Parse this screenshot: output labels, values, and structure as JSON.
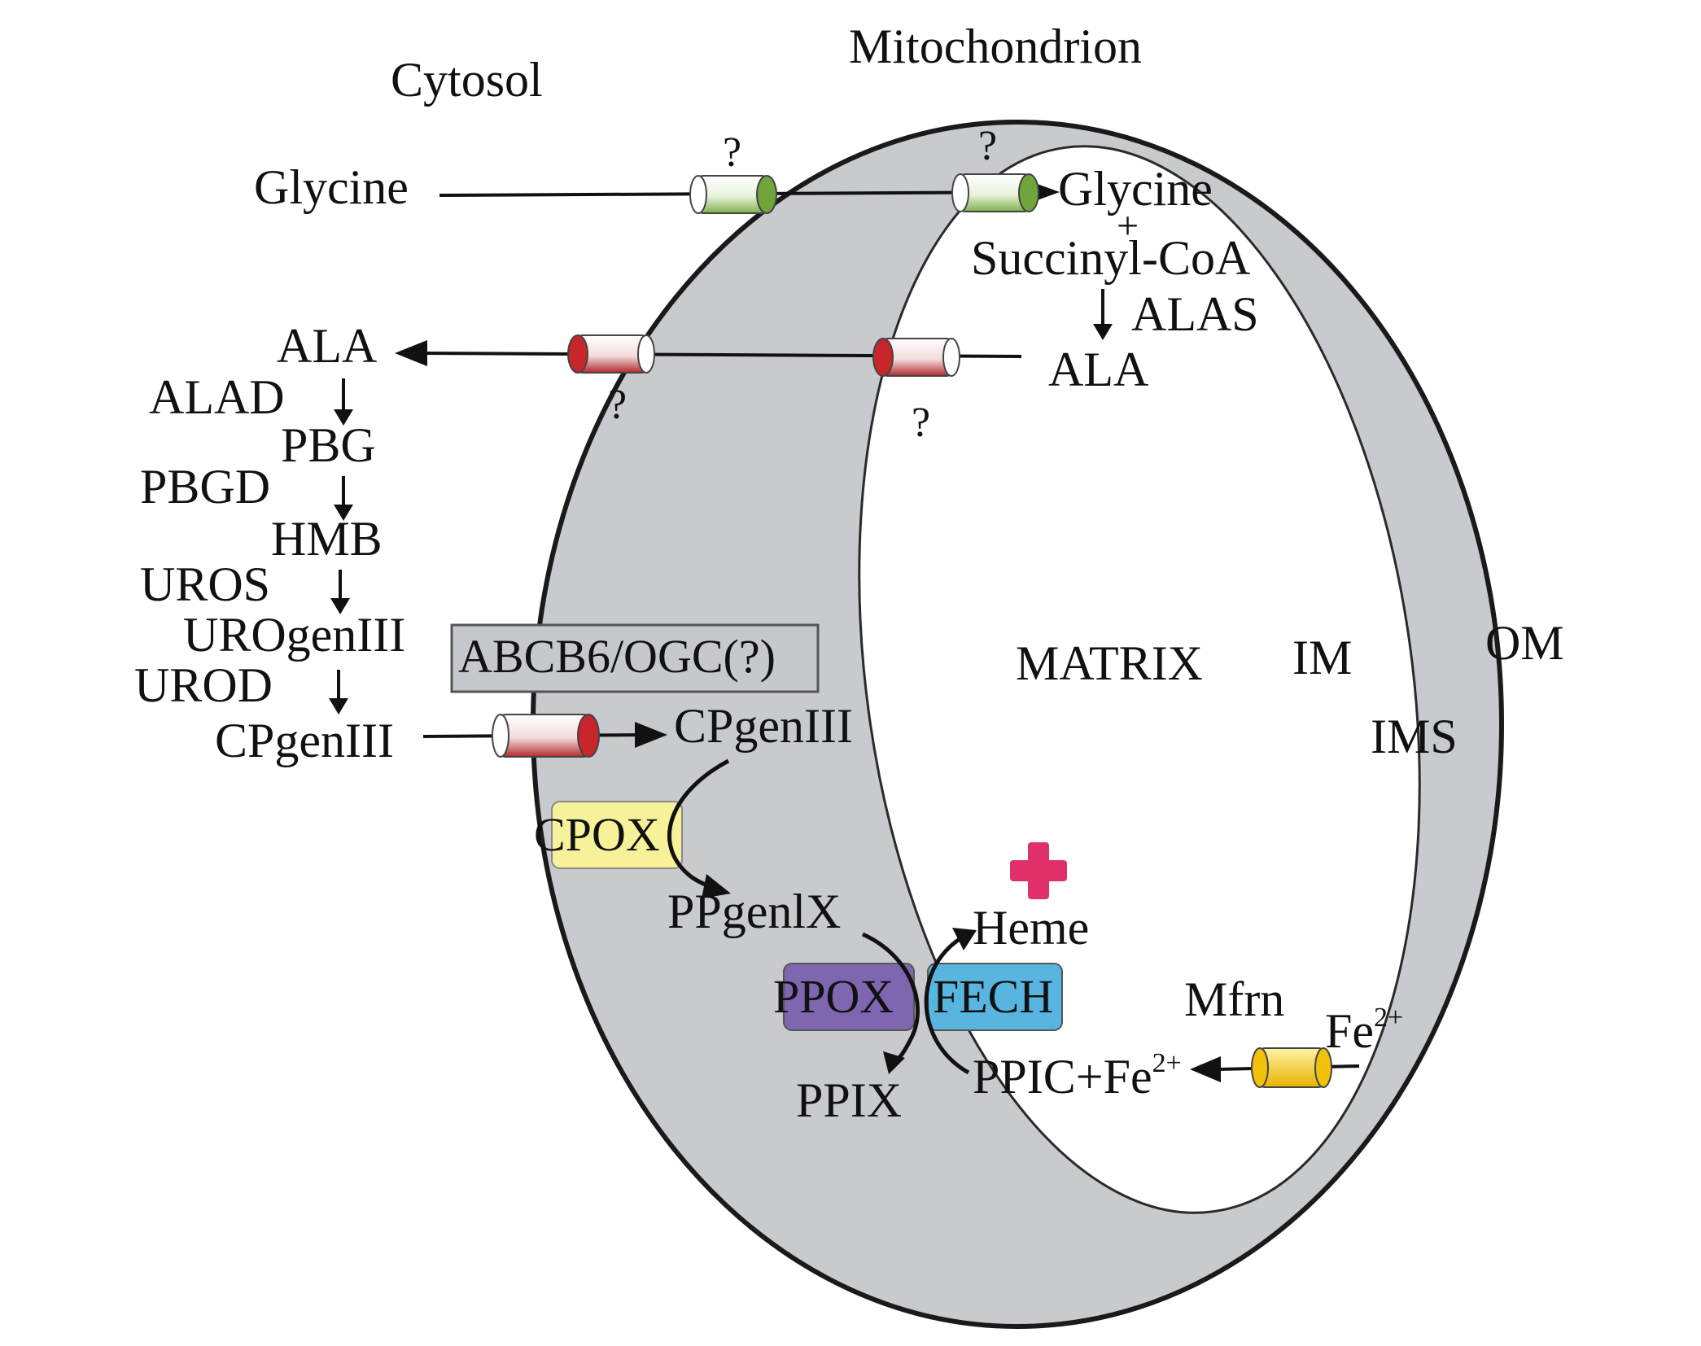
{
  "regions": {
    "cytosol": "Cytosol",
    "mitochondrion": "Mitochondrion",
    "matrix": "MATRIX",
    "im": "IM",
    "om": "OM",
    "ims": "IMS"
  },
  "mito_pathway": {
    "glycine": "Glycine",
    "plus": "+",
    "succinyl_coa": "Succinyl-CoA",
    "alas": "ALAS",
    "ala": "ALA"
  },
  "cytosol_pathway": {
    "glycine": "Glycine",
    "steps": [
      {
        "product": "ALA",
        "enzyme": "ALAD"
      },
      {
        "product": "PBG",
        "enzyme": "PBGD"
      },
      {
        "product": "HMB",
        "enzyme": "UROS"
      },
      {
        "product": "UROgenIII",
        "enzyme": "UROD"
      },
      {
        "product": "CPgenIII",
        "enzyme": ""
      }
    ]
  },
  "transporters": {
    "unknown": "?",
    "abcb6": "ABCB6/OGC(?)",
    "mfrn": "Mfrn"
  },
  "heme_pathway": {
    "cpgeniii": "CPgenIII",
    "cpox": "CPOX",
    "ppgenix": "PPgenlX",
    "ppox": "PPOX",
    "fech": "FECH",
    "ppix": "PPIX",
    "heme": "Heme",
    "ppic_fe": "PPIC+Fe",
    "fe": "Fe",
    "charge": "2+"
  },
  "colors": {
    "membrane": "#c9cacd",
    "membrane_outline": "#1a1a1a",
    "green_transporter": "#6fa53a",
    "red_transporter": "#c8262b",
    "yellow_transporter": "#f2c20a",
    "cpox_box": "#f7f29a",
    "ppox_box": "#7e67b0",
    "fech_box": "#58b5df",
    "abcb6_box": "#c7c8cc",
    "heme_cross": "#e0306a"
  }
}
